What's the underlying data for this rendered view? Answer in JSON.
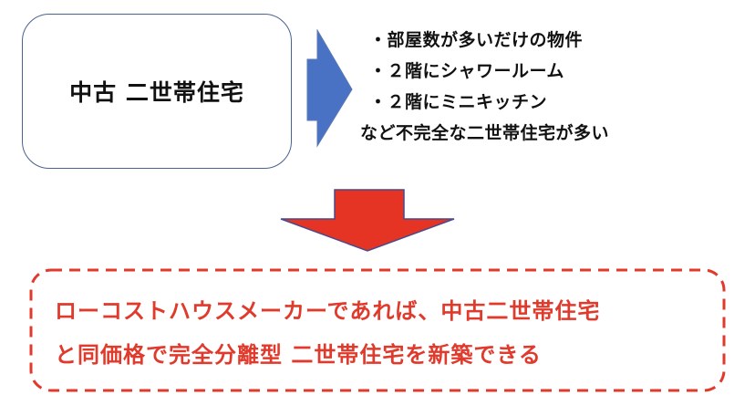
{
  "source_box": {
    "label": "中古 二世帯住宅",
    "border_color": "#4a6290"
  },
  "arrow_right": {
    "color": "#4a72c4"
  },
  "bullets": {
    "items": [
      "・部屋数が多いだけの物件",
      "・２階にシャワールーム",
      "・２階にミニキッチン"
    ],
    "summary": "など不完全な二世帯住宅が多い"
  },
  "arrow_down": {
    "color": "#e53424",
    "outline": "#4a4a8a"
  },
  "result_box": {
    "lines": [
      "ローコストハウスメーカーであれば、中古二世帯住宅",
      "と同価格で完全分離型 二世帯住宅を新築できる"
    ],
    "text_color": "#e03a2c",
    "border_color": "#e03a2c"
  }
}
